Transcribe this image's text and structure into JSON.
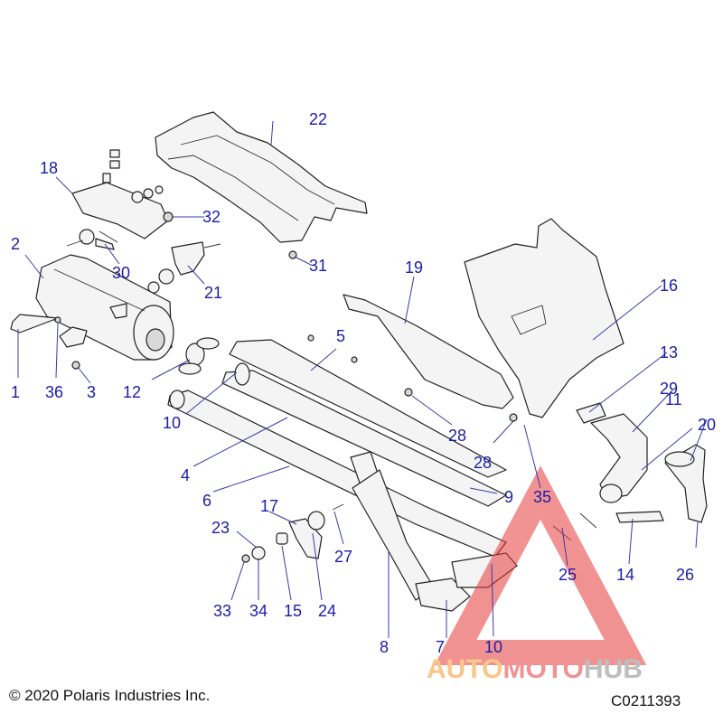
{
  "callouts": [
    "1",
    "2",
    "3",
    "4",
    "5",
    "6",
    "7",
    "8",
    "9",
    "10",
    "10",
    "11",
    "12",
    "13",
    "14",
    "15",
    "16",
    "17",
    "18",
    "19",
    "20",
    "21",
    "22",
    "23",
    "24",
    "25",
    "26",
    "27",
    "28",
    "28",
    "29",
    "30",
    "31",
    "32",
    "33",
    "34",
    "35",
    "36"
  ],
  "watermark": {
    "part1": "AUTO",
    "part2": "MOTO",
    "part3": "HUB"
  },
  "footer": {
    "copyright": "© 2020 Polaris Industries Inc.",
    "drawing_code": "C0211393"
  },
  "colors": {
    "callout": "#1c1ca8",
    "watermark_red": "#e63a3a",
    "watermark_orange": "#f39a2a",
    "watermark_gray": "#8a8a8a"
  }
}
